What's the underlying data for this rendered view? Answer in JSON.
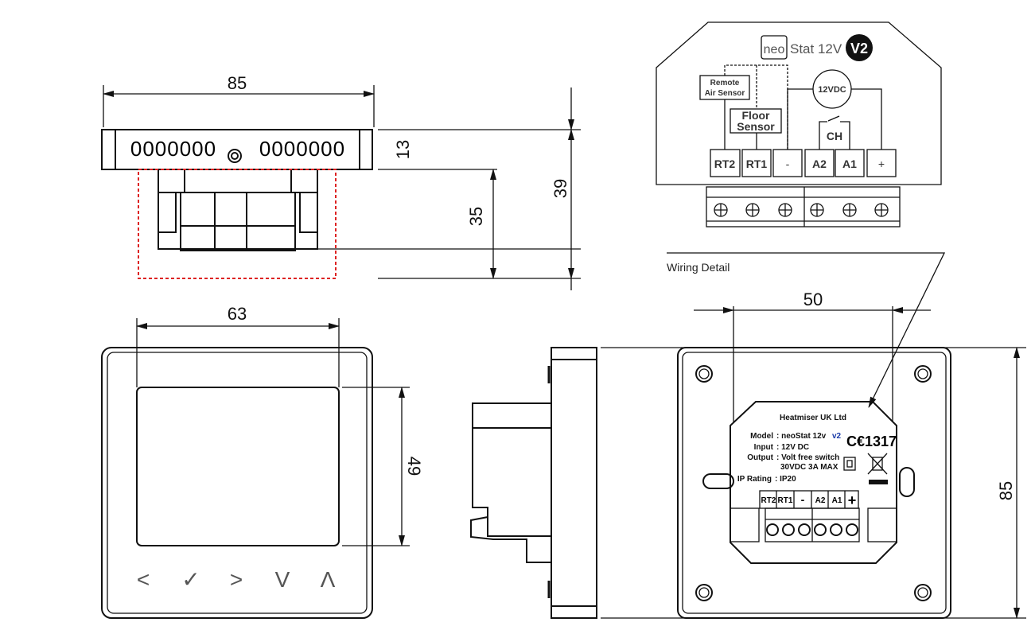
{
  "dimensions": {
    "top_width": "85",
    "top_height_face": "13",
    "top_depth_body": "35",
    "top_total": "39",
    "front_screen_width": "63",
    "front_screen_height": "49",
    "back_hole_spacing": "50",
    "back_height": "85"
  },
  "top_view": {
    "vent_left": "0000000",
    "vent_right": "0000000"
  },
  "front_view": {
    "buttons": [
      "<",
      "✓",
      ">",
      "V",
      "Λ"
    ]
  },
  "wiring": {
    "caption": "Wiring Detail",
    "brand_neo": "neo",
    "brand_model": "Stat 12V",
    "brand_version": "V2",
    "remote_sensor": [
      "Remote",
      "Air Sensor"
    ],
    "floor_sensor": [
      "Floor",
      "Sensor"
    ],
    "power": "12VDC",
    "switch": "CH",
    "terminals": [
      "RT2",
      "RT1",
      "-",
      "A2",
      "A1",
      "+"
    ]
  },
  "label": {
    "maker": "Heatmiser UK Ltd",
    "model_key": "Model",
    "model_val": ": neoStat 12v",
    "model_ver": "v2",
    "input_key": "Input",
    "input_val": ": 12V DC",
    "output_key": "Output",
    "output_val1": ": Volt free switch",
    "output_val2": "30VDC 3A MAX",
    "ip_key": "IP Rating",
    "ip_val": ": IP20",
    "ce": "C€1317",
    "terminals": [
      "RT2",
      "RT1",
      "-",
      "A2",
      "A1",
      "+"
    ]
  }
}
